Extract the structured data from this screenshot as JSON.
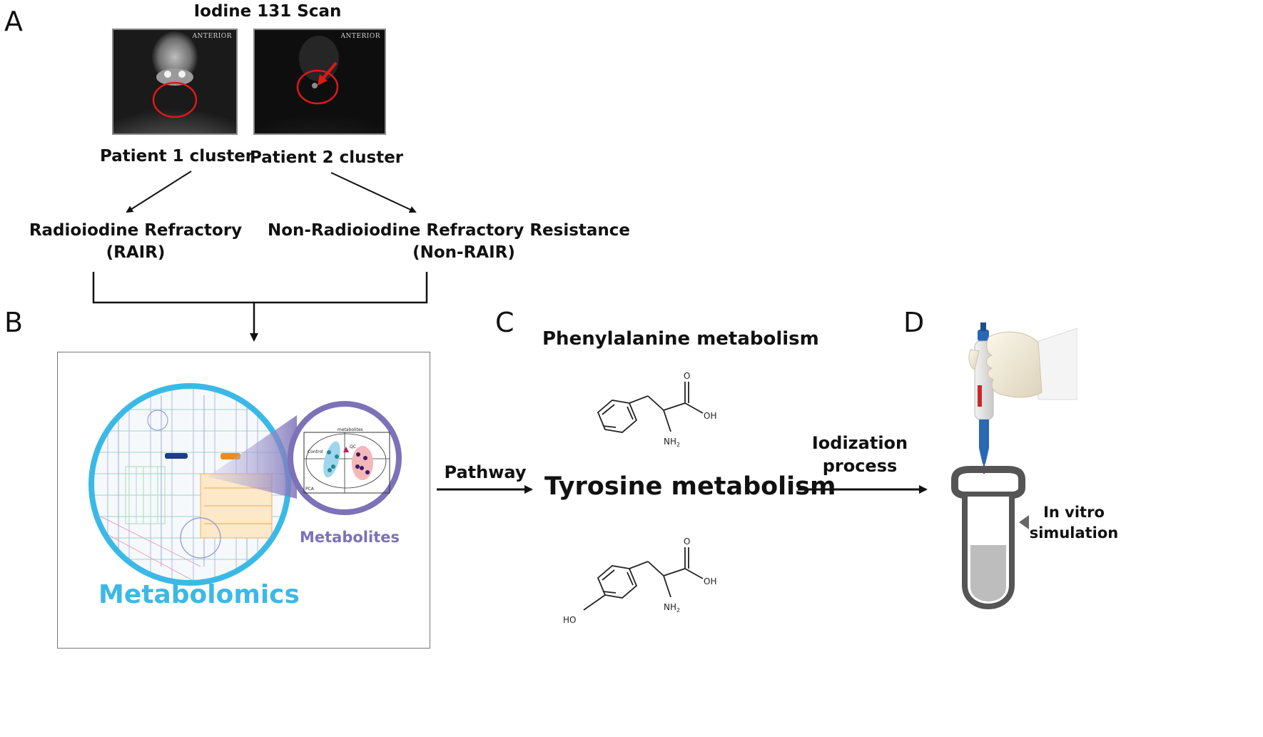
{
  "panels": {
    "a": "A",
    "b": "B",
    "c": "C",
    "d": "D"
  },
  "panel_a": {
    "title": "Iodine 131 Scan",
    "scan_tag": "ANTERIOR",
    "patient1_label": "Patient 1 cluster",
    "patient2_label": "Patient 2 cluster",
    "rair_line1": "Radioiodine Refractory",
    "rair_line2": "(RAIR)",
    "nonrair_line1": "Non-Radioiodine Refractory Resistance",
    "nonrair_line2": "(Non-RAIR)"
  },
  "panel_b": {
    "metabolomics_label": "Metabolomics",
    "metabolites_label": "Metabolites",
    "pca_title": "metabolites",
    "pca_control": "Control",
    "pca_qc": "QC",
    "pca_axis": "PCA"
  },
  "arrows": {
    "pathway_label": "Pathway",
    "iodization_line1": "Iodization",
    "iodization_line2": "process"
  },
  "panel_c": {
    "title": "Phenylalanine metabolism",
    "center": "Tyrosine metabolism",
    "atom_o": "O",
    "atom_oh": "OH",
    "atom_nh": "NH",
    "atom_sub2": "2",
    "atom_ho": "HO"
  },
  "panel_d": {
    "invitro_line1": "In vitro",
    "invitro_line2": "simulation"
  },
  "colors": {
    "metabolomics_blue": "#3bb9e6",
    "metabolites_purple": "#7d72b8",
    "scan_circle_red": "#e01818",
    "tube_gray": "#555555"
  }
}
